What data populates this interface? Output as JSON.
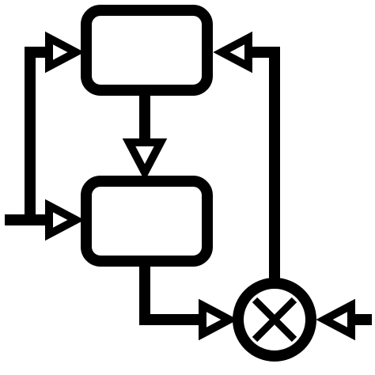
{
  "icon": {
    "name": "feedback-control-system-icon",
    "stroke_color": "#000000",
    "fill_color": "#ffffff",
    "background_color": "#ffffff"
  },
  "nodes": [
    {
      "id": "upper-block",
      "kind": "block"
    },
    {
      "id": "lower-block",
      "kind": "block"
    },
    {
      "id": "summing-junction",
      "kind": "summing-point",
      "symbol": "×"
    }
  ],
  "connections": [
    {
      "from": "external-input-left",
      "to": "lower-block"
    },
    {
      "from": "external-input-left",
      "to": "upper-block"
    },
    {
      "from": "upper-block",
      "to": "lower-block"
    },
    {
      "from": "lower-block",
      "to": "summing-junction"
    },
    {
      "from": "external-input-right",
      "to": "summing-junction"
    },
    {
      "from": "summing-junction",
      "to": "upper-block"
    }
  ]
}
